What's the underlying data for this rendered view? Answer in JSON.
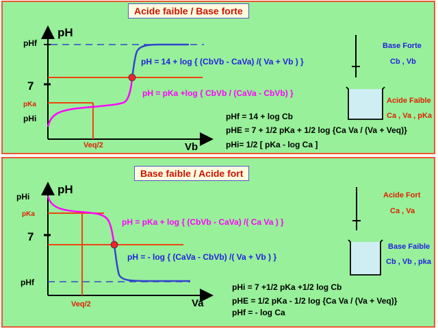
{
  "top": {
    "title": "Acide faible / Base forte",
    "y_axis_label": "pH",
    "x_axis_label": "Vb",
    "tick_labels": {
      "pHf": "pHf",
      "seven": "7",
      "pKa": "pKa",
      "pHi": "pHi",
      "veq2": "Veq/2"
    },
    "formulas": {
      "after_eq": "pH = 14 + log { (CbVb - CaVa) /( Va + Vb ) }",
      "buffer": "pH = pKa +log { CbVb / (CaVa - CbVb) }",
      "phf": "pHf = 14 + log Cb",
      "phe": "pHE = 7 + 1/2 pKa + 1/2 log {Ca Va / (Va + Veq)}",
      "phi": "pHi= 1/2 [ pKa - log Ca ]"
    },
    "burette_label": "Base Forte",
    "burette_sub": "Cb , Vb",
    "beaker_label": "Acide Faible",
    "beaker_sub": "Ca , Va , pKa"
  },
  "bottom": {
    "title": "Base faible / Acide fort",
    "y_axis_label": "pH",
    "x_axis_label": "Va",
    "tick_labels": {
      "pHi": "pHi",
      "pKa": "pKa",
      "seven": "7",
      "pHf": "pHf",
      "veq2": "Veq/2"
    },
    "formulas": {
      "buffer": "pH = pKa + log { (CbVb - CaVa) /( Ca Va ) }",
      "after_eq": "pH = - log { (CaVa - CbVb) /( Va + Vb ) }",
      "phi": "pHi = 7 +1/2 pKa +1/2 log Cb",
      "phe": "pHE = 1/2 pKa - 1/2 log {Ca Va / (Va + Veq)}",
      "phf": "pHf = - log Ca"
    },
    "burette_label": "Acide Fort",
    "burette_sub": "Ca , Va",
    "beaker_label": "Base Faible",
    "beaker_sub": "Cb , Vb , pka"
  },
  "colors": {
    "panel_bg": "#98f09a",
    "panel_border": "#ee5533",
    "curve_acid": "#ff00ff",
    "curve_base": "#3344cc",
    "construction_line": "#ee4411",
    "dashed_line": "#3344cc",
    "formula_pink": "#ff00ff",
    "formula_blue": "#2222dd",
    "label_red": "#dd2200",
    "beaker_fill": "#cfeef4",
    "eq_point": "#ee2233"
  },
  "icons": {
    "burette": "burette-icon",
    "beaker": "beaker-icon"
  }
}
